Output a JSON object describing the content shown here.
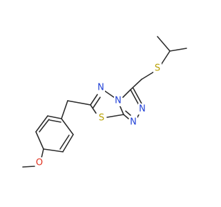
{
  "molecule": {
    "colors": {
      "bond": "#2b2b2b",
      "N": "#1f3fd6",
      "S": "#b8a000",
      "O": "#e0301e"
    },
    "atoms": [
      {
        "id": "S_thioether",
        "element": "S",
        "label": "S"
      },
      {
        "id": "N_ring_top",
        "element": "N",
        "label": "N"
      },
      {
        "id": "N_bridge",
        "element": "N",
        "label": "N"
      },
      {
        "id": "N_triazole_right",
        "element": "N",
        "label": "N"
      },
      {
        "id": "N_triazole_bottom",
        "element": "N",
        "label": "N"
      },
      {
        "id": "S_thiadiazole",
        "element": "S",
        "label": "S"
      },
      {
        "id": "O_methoxy",
        "element": "O",
        "label": "O"
      }
    ]
  }
}
